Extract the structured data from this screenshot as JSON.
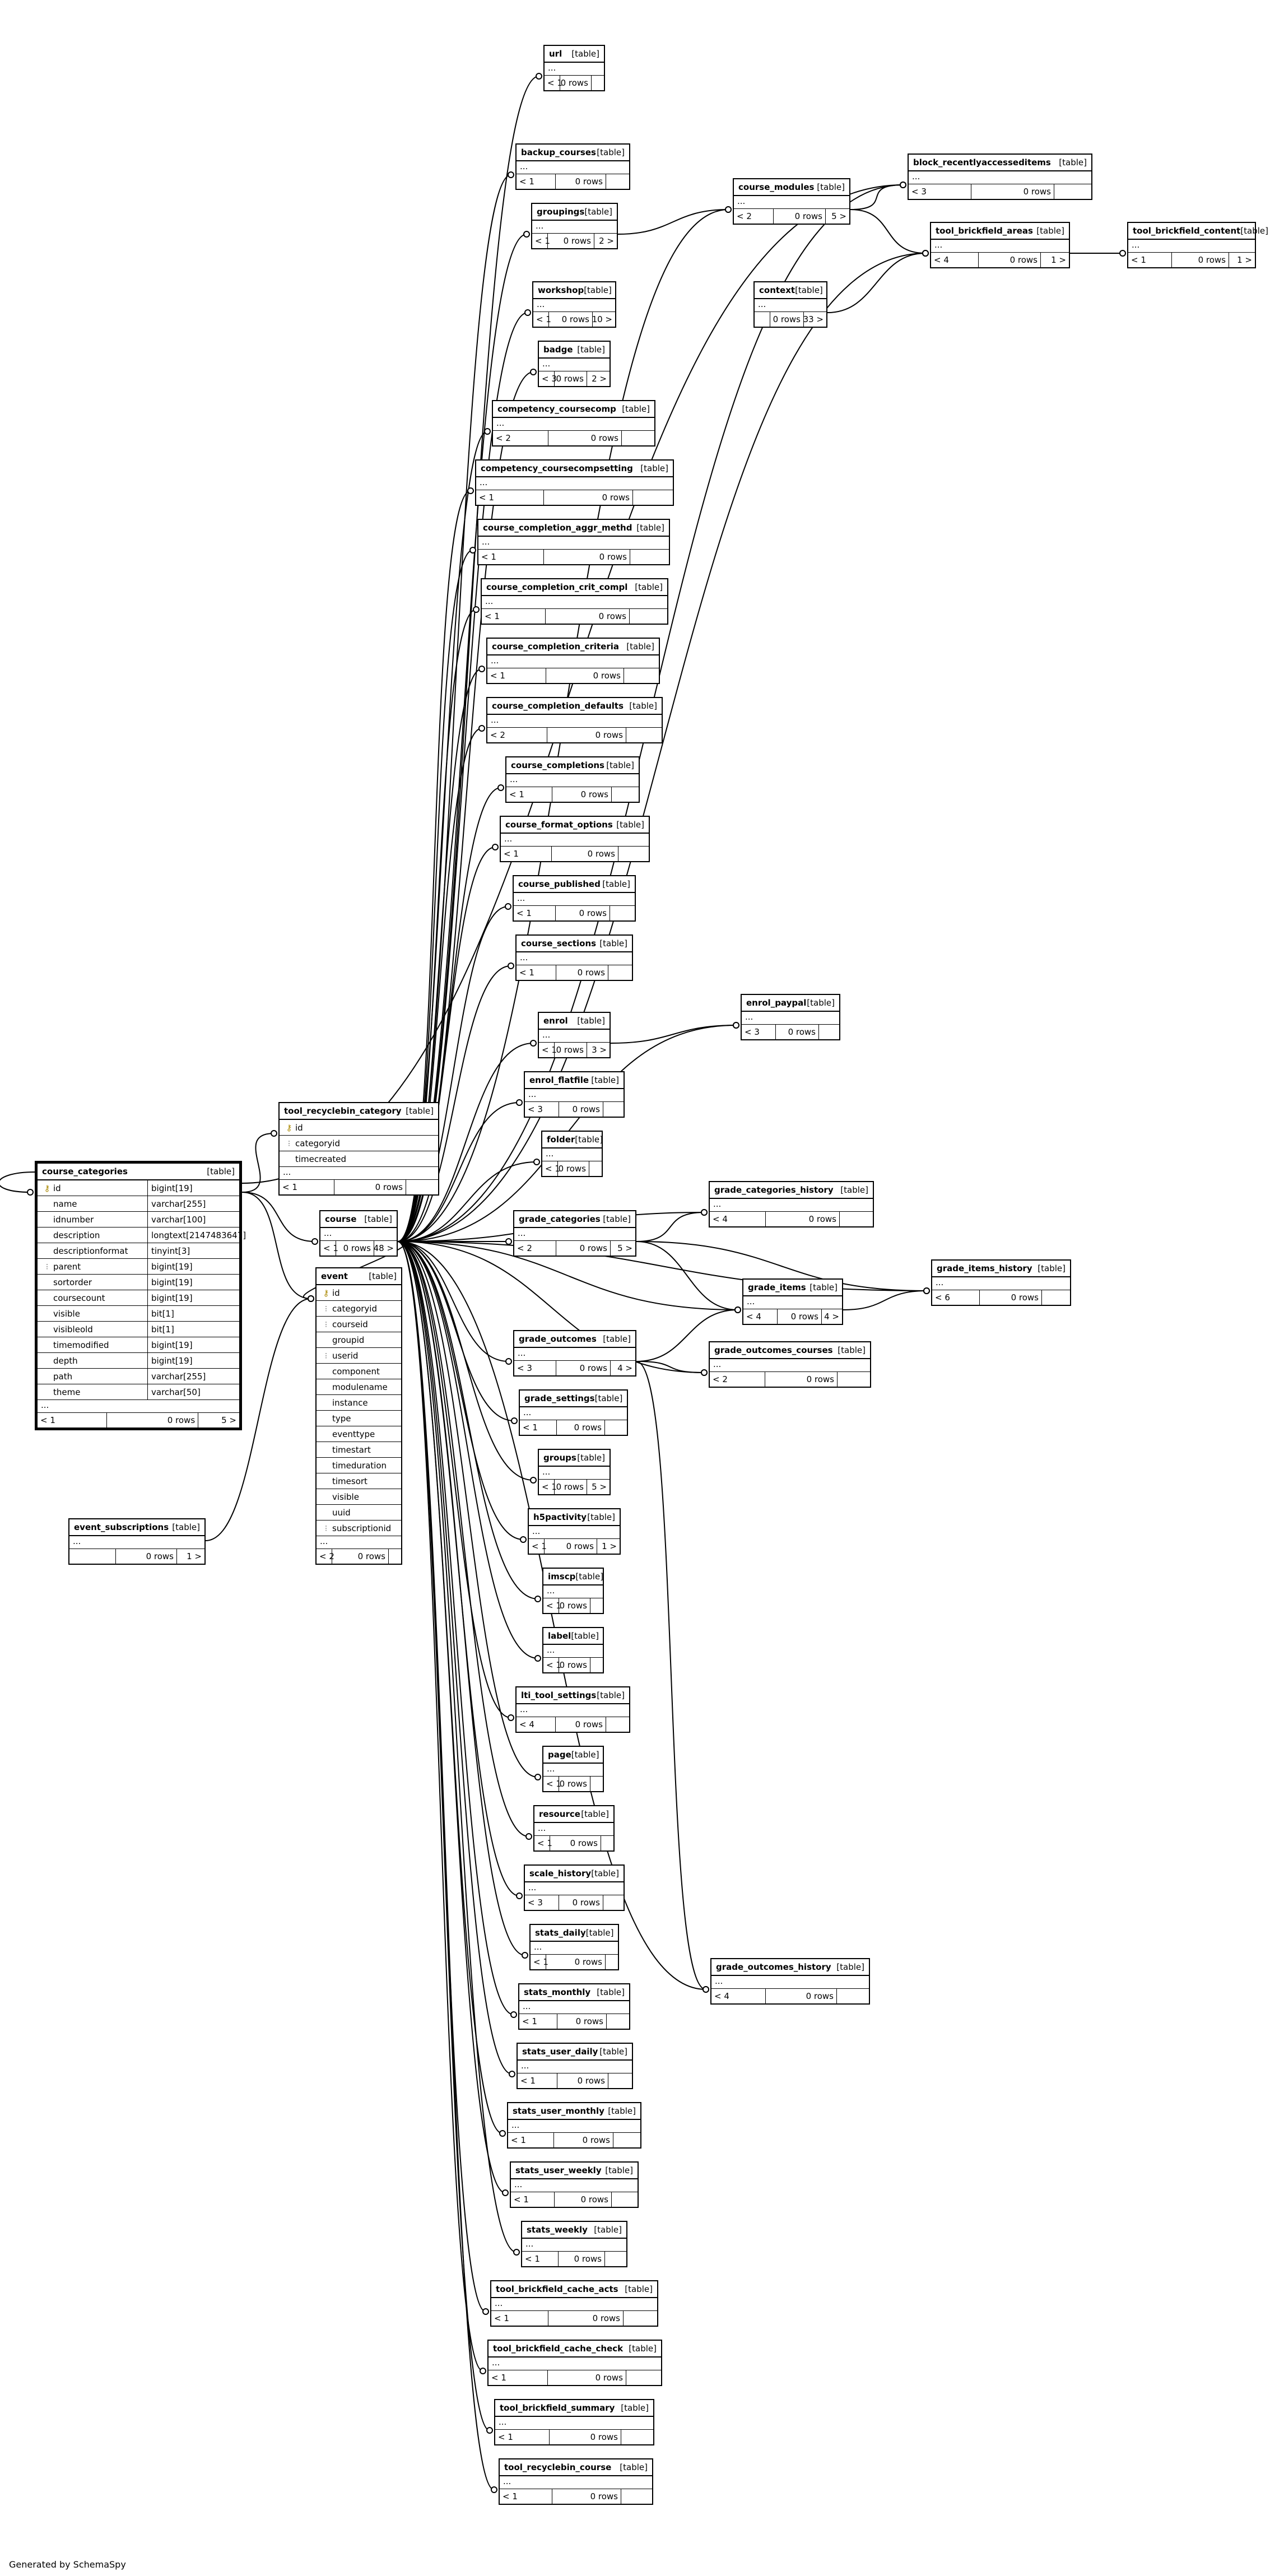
{
  "app": {
    "generated_by": "Generated by SchemaSpy"
  },
  "tables": [
    {
      "id": "url",
      "name": "url",
      "kind": "[table]",
      "parent": "< 1",
      "rows": "0 rows",
      "children": ""
    },
    {
      "id": "backup_courses",
      "name": "backup_courses",
      "kind": "[table]",
      "parent": "< 1",
      "rows": "0 rows",
      "children": ""
    },
    {
      "id": "groupings",
      "name": "groupings",
      "kind": "[table]",
      "parent": "< 1",
      "rows": "0 rows",
      "children": "2 >"
    },
    {
      "id": "course_modules",
      "name": "course_modules",
      "kind": "[table]",
      "parent": "< 2",
      "rows": "0 rows",
      "children": "5 >"
    },
    {
      "id": "block_recentlyaccesseditems",
      "name": "block_recentlyaccesseditems",
      "kind": "[table]",
      "parent": "< 3",
      "rows": "0 rows",
      "children": ""
    },
    {
      "id": "tool_brickfield_areas",
      "name": "tool_brickfield_areas",
      "kind": "[table]",
      "parent": "< 4",
      "rows": "0 rows",
      "children": "1 >"
    },
    {
      "id": "tool_brickfield_content",
      "name": "tool_brickfield_content",
      "kind": "[table]",
      "parent": "< 1",
      "rows": "0 rows",
      "children": "1 >"
    },
    {
      "id": "context",
      "name": "context",
      "kind": "[table]",
      "parent": "",
      "rows": "0 rows",
      "children": "33 >"
    },
    {
      "id": "workshop",
      "name": "workshop",
      "kind": "[table]",
      "parent": "< 1",
      "rows": "0 rows",
      "children": "10 >"
    },
    {
      "id": "badge",
      "name": "badge",
      "kind": "[table]",
      "parent": "< 3",
      "rows": "0 rows",
      "children": "2 >"
    },
    {
      "id": "competency_coursecomp",
      "name": "competency_coursecomp",
      "kind": "[table]",
      "parent": "< 2",
      "rows": "0 rows",
      "children": ""
    },
    {
      "id": "competency_coursecompsetting",
      "name": "competency_coursecompsetting",
      "kind": "[table]",
      "parent": "< 1",
      "rows": "0 rows",
      "children": ""
    },
    {
      "id": "course_completion_aggr_methd",
      "name": "course_completion_aggr_methd",
      "kind": "[table]",
      "parent": "< 1",
      "rows": "0 rows",
      "children": ""
    },
    {
      "id": "course_completion_crit_compl",
      "name": "course_completion_crit_compl",
      "kind": "[table]",
      "parent": "< 1",
      "rows": "0 rows",
      "children": ""
    },
    {
      "id": "course_completion_criteria",
      "name": "course_completion_criteria",
      "kind": "[table]",
      "parent": "< 1",
      "rows": "0 rows",
      "children": ""
    },
    {
      "id": "course_completion_defaults",
      "name": "course_completion_defaults",
      "kind": "[table]",
      "parent": "< 2",
      "rows": "0 rows",
      "children": ""
    },
    {
      "id": "course_completions",
      "name": "course_completions",
      "kind": "[table]",
      "parent": "< 1",
      "rows": "0 rows",
      "children": ""
    },
    {
      "id": "course_format_options",
      "name": "course_format_options",
      "kind": "[table]",
      "parent": "< 1",
      "rows": "0 rows",
      "children": ""
    },
    {
      "id": "course_published",
      "name": "course_published",
      "kind": "[table]",
      "parent": "< 1",
      "rows": "0 rows",
      "children": ""
    },
    {
      "id": "course_sections",
      "name": "course_sections",
      "kind": "[table]",
      "parent": "< 1",
      "rows": "0 rows",
      "children": ""
    },
    {
      "id": "enrol_paypal",
      "name": "enrol_paypal",
      "kind": "[table]",
      "parent": "< 3",
      "rows": "0 rows",
      "children": ""
    },
    {
      "id": "enrol",
      "name": "enrol",
      "kind": "[table]",
      "parent": "< 1",
      "rows": "0 rows",
      "children": "3 >"
    },
    {
      "id": "enrol_flatfile",
      "name": "enrol_flatfile",
      "kind": "[table]",
      "parent": "< 3",
      "rows": "0 rows",
      "children": ""
    },
    {
      "id": "folder",
      "name": "folder",
      "kind": "[table]",
      "parent": "< 1",
      "rows": "0 rows",
      "children": ""
    },
    {
      "id": "grade_categories_history",
      "name": "grade_categories_history",
      "kind": "[table]",
      "parent": "< 4",
      "rows": "0 rows",
      "children": ""
    },
    {
      "id": "grade_categories",
      "name": "grade_categories",
      "kind": "[table]",
      "parent": "< 2",
      "rows": "0 rows",
      "children": "5 >"
    },
    {
      "id": "grade_items_history",
      "name": "grade_items_history",
      "kind": "[table]",
      "parent": "< 6",
      "rows": "0 rows",
      "children": ""
    },
    {
      "id": "grade_items",
      "name": "grade_items",
      "kind": "[table]",
      "parent": "< 4",
      "rows": "0 rows",
      "children": "4 >"
    },
    {
      "id": "grade_outcomes",
      "name": "grade_outcomes",
      "kind": "[table]",
      "parent": "< 3",
      "rows": "0 rows",
      "children": "4 >"
    },
    {
      "id": "grade_outcomes_courses",
      "name": "grade_outcomes_courses",
      "kind": "[table]",
      "parent": "< 2",
      "rows": "0 rows",
      "children": ""
    },
    {
      "id": "grade_settings",
      "name": "grade_settings",
      "kind": "[table]",
      "parent": "< 1",
      "rows": "0 rows",
      "children": ""
    },
    {
      "id": "groups",
      "name": "groups",
      "kind": "[table]",
      "parent": "< 1",
      "rows": "0 rows",
      "children": "5 >"
    },
    {
      "id": "h5pactivity",
      "name": "h5pactivity",
      "kind": "[table]",
      "parent": "< 1",
      "rows": "0 rows",
      "children": "1 >"
    },
    {
      "id": "imscp",
      "name": "imscp",
      "kind": "[table]",
      "parent": "< 1",
      "rows": "0 rows",
      "children": ""
    },
    {
      "id": "label",
      "name": "label",
      "kind": "[table]",
      "parent": "< 1",
      "rows": "0 rows",
      "children": ""
    },
    {
      "id": "lti_tool_settings",
      "name": "lti_tool_settings",
      "kind": "[table]",
      "parent": "< 4",
      "rows": "0 rows",
      "children": ""
    },
    {
      "id": "page",
      "name": "page",
      "kind": "[table]",
      "parent": "< 1",
      "rows": "0 rows",
      "children": ""
    },
    {
      "id": "resource",
      "name": "resource",
      "kind": "[table]",
      "parent": "< 1",
      "rows": "0 rows",
      "children": ""
    },
    {
      "id": "scale_history",
      "name": "scale_history",
      "kind": "[table]",
      "parent": "< 3",
      "rows": "0 rows",
      "children": ""
    },
    {
      "id": "stats_daily",
      "name": "stats_daily",
      "kind": "[table]",
      "parent": "< 1",
      "rows": "0 rows",
      "children": ""
    },
    {
      "id": "stats_monthly",
      "name": "stats_monthly",
      "kind": "[table]",
      "parent": "< 1",
      "rows": "0 rows",
      "children": ""
    },
    {
      "id": "stats_user_daily",
      "name": "stats_user_daily",
      "kind": "[table]",
      "parent": "< 1",
      "rows": "0 rows",
      "children": ""
    },
    {
      "id": "stats_user_monthly",
      "name": "stats_user_monthly",
      "kind": "[table]",
      "parent": "< 1",
      "rows": "0 rows",
      "children": ""
    },
    {
      "id": "stats_user_weekly",
      "name": "stats_user_weekly",
      "kind": "[table]",
      "parent": "< 1",
      "rows": "0 rows",
      "children": ""
    },
    {
      "id": "stats_weekly",
      "name": "stats_weekly",
      "kind": "[table]",
      "parent": "< 1",
      "rows": "0 rows",
      "children": ""
    },
    {
      "id": "tool_brickfield_cache_acts",
      "name": "tool_brickfield_cache_acts",
      "kind": "[table]",
      "parent": "< 1",
      "rows": "0 rows",
      "children": ""
    },
    {
      "id": "tool_brickfield_cache_check",
      "name": "tool_brickfield_cache_check",
      "kind": "[table]",
      "parent": "< 1",
      "rows": "0 rows",
      "children": ""
    },
    {
      "id": "tool_brickfield_summary",
      "name": "tool_brickfield_summary",
      "kind": "[table]",
      "parent": "< 1",
      "rows": "0 rows",
      "children": ""
    },
    {
      "id": "tool_recyclebin_course",
      "name": "tool_recyclebin_course",
      "kind": "[table]",
      "parent": "< 1",
      "rows": "0 rows",
      "children": ""
    },
    {
      "id": "grade_outcomes_history",
      "name": "grade_outcomes_history",
      "kind": "[table]",
      "parent": "< 4",
      "rows": "0 rows",
      "children": ""
    },
    {
      "id": "course",
      "name": "course",
      "kind": "[table]",
      "parent": "< 1",
      "rows": "0 rows",
      "children": "48 >"
    },
    {
      "id": "tool_recyclebin_category",
      "name": "tool_recyclebin_category",
      "kind": "[table]",
      "parent": "< 1",
      "rows": "0 rows",
      "children": "",
      "columns": [
        {
          "name": "id",
          "type": "",
          "key": "pk"
        },
        {
          "name": "categoryid",
          "type": "",
          "key": "fk"
        },
        {
          "name": "timecreated",
          "type": "",
          "key": ""
        }
      ]
    },
    {
      "id": "course_categories",
      "name": "course_categories",
      "kind": "[table]",
      "parent": "< 1",
      "rows": "0 rows",
      "children": "5 >",
      "focus": true,
      "columns": [
        {
          "name": "id",
          "type": "bigint[19]",
          "key": "pk"
        },
        {
          "name": "name",
          "type": "varchar[255]",
          "key": ""
        },
        {
          "name": "idnumber",
          "type": "varchar[100]",
          "key": ""
        },
        {
          "name": "description",
          "type": "longtext[2147483647]",
          "key": ""
        },
        {
          "name": "descriptionformat",
          "type": "tinyint[3]",
          "key": ""
        },
        {
          "name": "parent",
          "type": "bigint[19]",
          "key": "fk"
        },
        {
          "name": "sortorder",
          "type": "bigint[19]",
          "key": ""
        },
        {
          "name": "coursecount",
          "type": "bigint[19]",
          "key": ""
        },
        {
          "name": "visible",
          "type": "bit[1]",
          "key": ""
        },
        {
          "name": "visibleold",
          "type": "bit[1]",
          "key": ""
        },
        {
          "name": "timemodified",
          "type": "bigint[19]",
          "key": ""
        },
        {
          "name": "depth",
          "type": "bigint[19]",
          "key": ""
        },
        {
          "name": "path",
          "type": "varchar[255]",
          "key": ""
        },
        {
          "name": "theme",
          "type": "varchar[50]",
          "key": ""
        }
      ]
    },
    {
      "id": "event",
      "name": "event",
      "kind": "[table]",
      "parent": "< 2",
      "rows": "0 rows",
      "children": "",
      "columns": [
        {
          "name": "id",
          "type": "",
          "key": "pk"
        },
        {
          "name": "categoryid",
          "type": "",
          "key": "fk"
        },
        {
          "name": "courseid",
          "type": "",
          "key": "fk"
        },
        {
          "name": "groupid",
          "type": "",
          "key": ""
        },
        {
          "name": "userid",
          "type": "",
          "key": "fk"
        },
        {
          "name": "component",
          "type": "",
          "key": ""
        },
        {
          "name": "modulename",
          "type": "",
          "key": ""
        },
        {
          "name": "instance",
          "type": "",
          "key": ""
        },
        {
          "name": "type",
          "type": "",
          "key": ""
        },
        {
          "name": "eventtype",
          "type": "",
          "key": ""
        },
        {
          "name": "timestart",
          "type": "",
          "key": ""
        },
        {
          "name": "timeduration",
          "type": "",
          "key": ""
        },
        {
          "name": "timesort",
          "type": "",
          "key": ""
        },
        {
          "name": "visible",
          "type": "",
          "key": ""
        },
        {
          "name": "uuid",
          "type": "",
          "key": ""
        },
        {
          "name": "subscriptionid",
          "type": "",
          "key": "fk"
        }
      ]
    },
    {
      "id": "event_subscriptions",
      "name": "event_subscriptions",
      "kind": "[table]",
      "parent": "",
      "rows": "0 rows",
      "children": "1 >"
    }
  ],
  "key_glyphs": {
    "pk": "⚷",
    "fk": "⁝"
  },
  "more_placeholder": "..."
}
